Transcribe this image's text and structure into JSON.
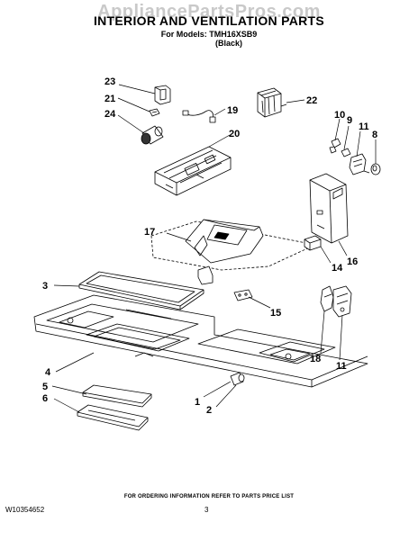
{
  "header": {
    "watermark": "AppliancePartsPros.com",
    "title": "INTERIOR AND VENTILATION PARTS",
    "for_models": "For Models: TMH16XSB9",
    "variant": "(Black)"
  },
  "footer": {
    "ordering_note": "FOR ORDERING INFORMATION REFER TO PARTS PRICE LIST",
    "document_number": "W10354652",
    "page_number": "3"
  },
  "callouts": [
    "23",
    "21",
    "24",
    "19",
    "22",
    "10",
    "9",
    "11",
    "8",
    "20",
    "17",
    "16",
    "14",
    "3",
    "15",
    "4",
    "18",
    "11",
    "5",
    "1",
    "6",
    "2"
  ]
}
